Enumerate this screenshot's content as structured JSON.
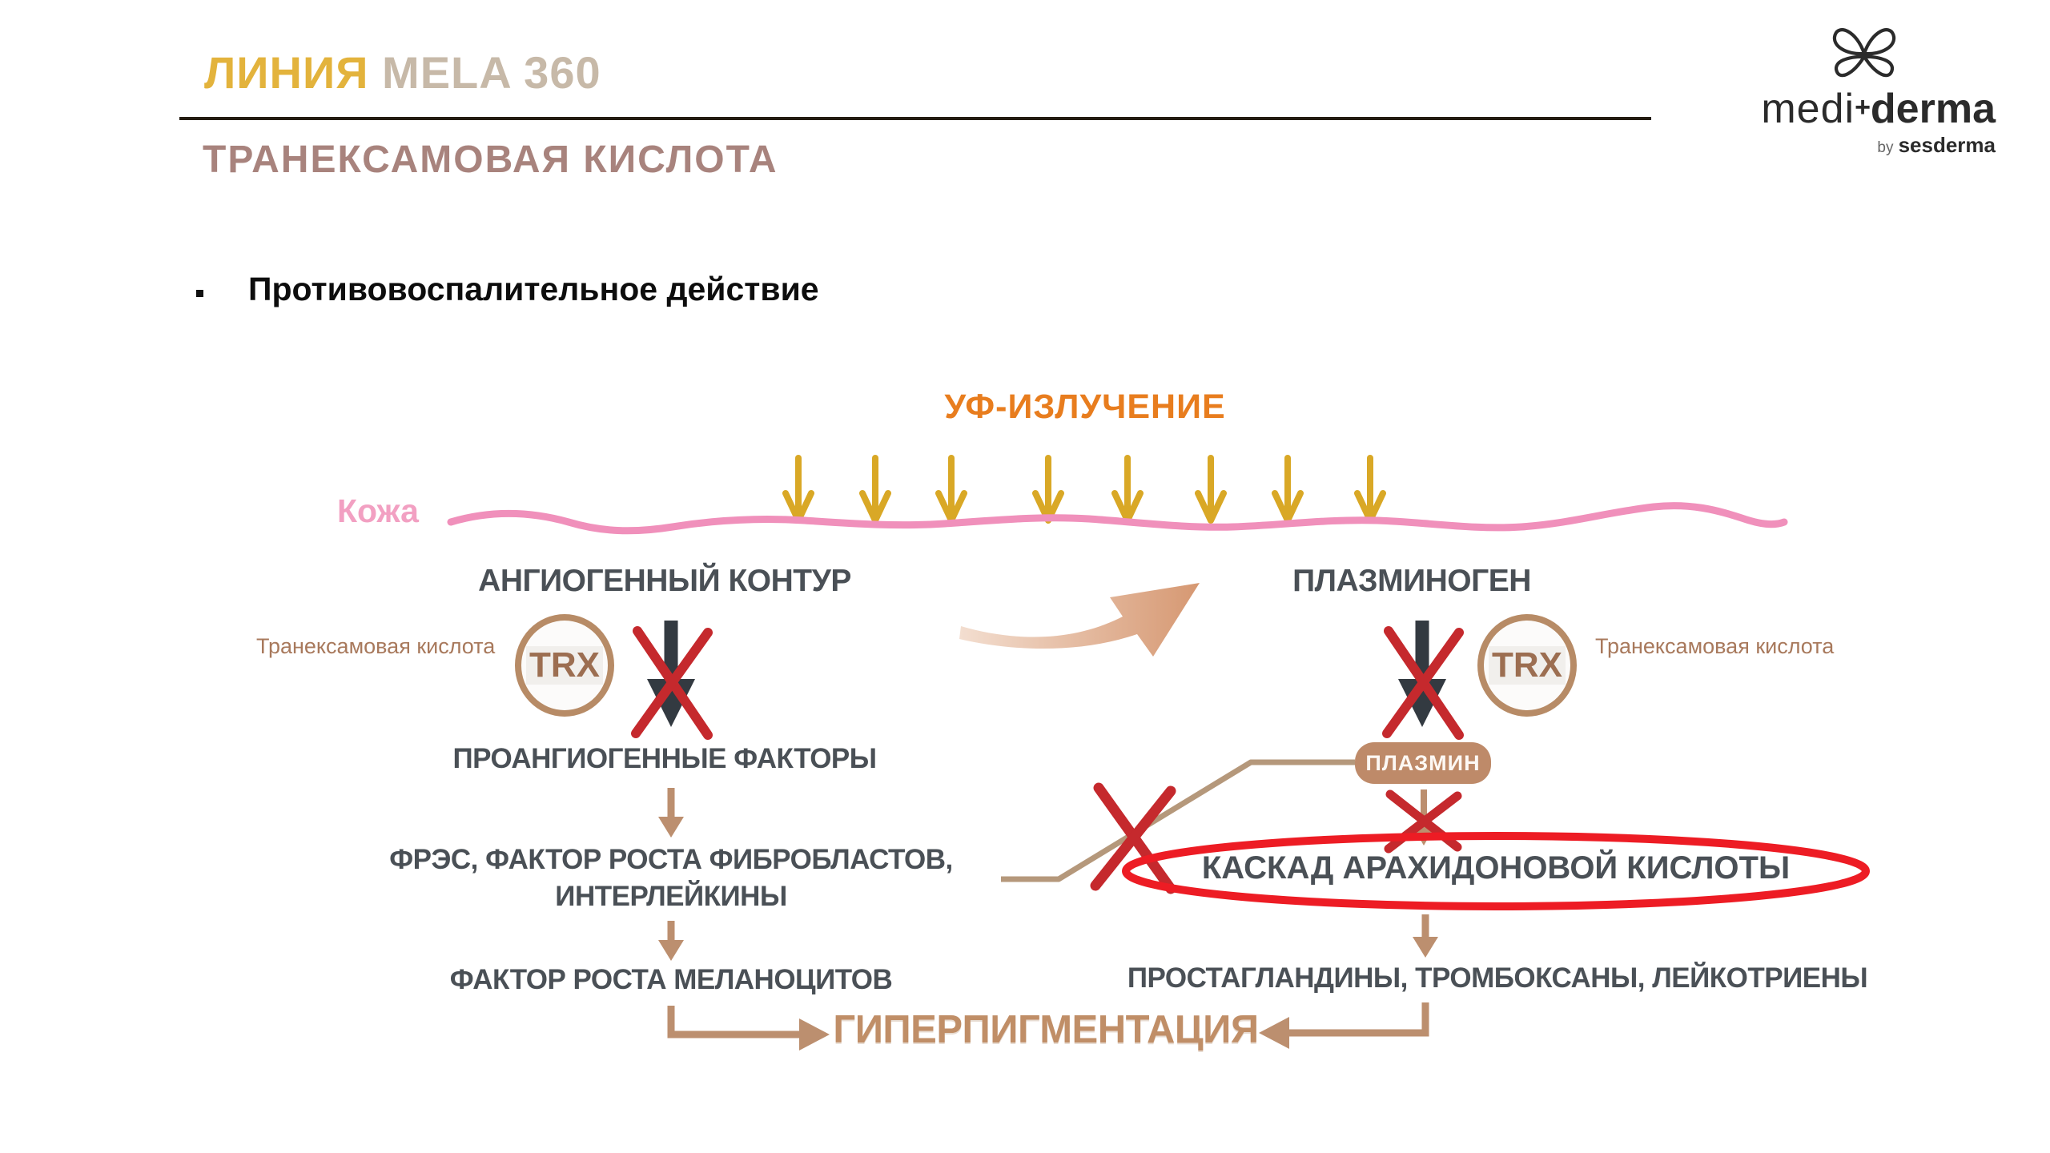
{
  "slide": {
    "title_accent": "ЛИНИЯ",
    "title_rest": "MELA 360",
    "subtitle": "ТРАНЕКСАМОВАЯ КИСЛОТА",
    "bullet_text": "Противовоспалительное действие"
  },
  "logo": {
    "medi": "medi",
    "plus": "+",
    "derma": "derma",
    "by": "by",
    "sesderma": "sesderma",
    "butterfly_icon": "butterfly-outline"
  },
  "diagram": {
    "uv_label": "УФ-ИЗЛУЧЕНИЕ",
    "skin_label": "Кожа",
    "uv_arrow_count": 8,
    "left_branch": {
      "title": "АНГИОГЕННЫЙ КОНТУР",
      "acid_label": "Транексамовая кислота",
      "trx": "TRX",
      "factors": "ПРОАНГИОГЕННЫЕ ФАКТОРЫ",
      "mediators_line1": "ФРЭС, ФАКТОР РОСТА ФИБРОБЛАСТОВ,",
      "mediators_line2": "ИНТЕРЛЕЙКИНЫ",
      "melanocyte_factor": "ФАКТОР РОСТА МЕЛАНОЦИТОВ"
    },
    "right_branch": {
      "title": "ПЛАЗМИНОГЕН",
      "acid_label": "Транексамовая кислота",
      "trx": "TRX",
      "plasmin": "ПЛАЗМИН",
      "cascade": "КАСКАД АРАХИДОНОВОЙ КИСЛОТЫ",
      "products": "ПРОСТАГЛАНДИНЫ, ТРОМБОКСАНЫ, ЛЕЙКОТРИЕНЫ"
    },
    "result_label": "ГИПЕРПИГМЕНТАЦИЯ"
  },
  "icons": {
    "uv_arrow": "↓",
    "block_cross": "✕",
    "flow_arrow": "→"
  },
  "colors": {
    "title_accent": "#E3B33C",
    "title_rest": "#C7B9A8",
    "subtitle": "#A8837D",
    "uv_text": "#E87D1E",
    "uv_arrow": "#D9A826",
    "skin_pink": "#F090BB",
    "dark_text": "#4A5056",
    "tan_arrow": "#BC8F6F",
    "trx_ring": "#B78B66",
    "trx_text": "#9C6E51",
    "block_red": "#C5292D",
    "ellipse_red": "#ED1C24",
    "arrow_dark": "#333A41",
    "pill_fill": "#BE8A69"
  }
}
